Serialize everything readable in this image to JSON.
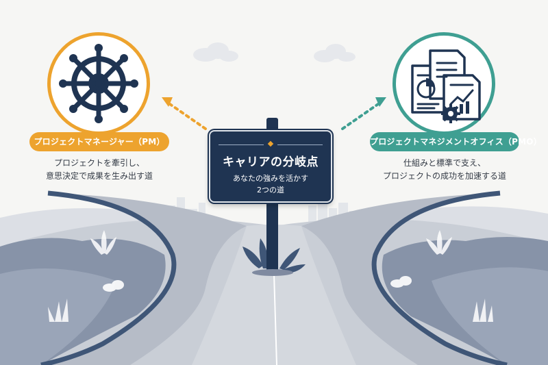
{
  "colors": {
    "pm_accent": "#eda32e",
    "pmo_accent": "#3f9f92",
    "navy": "#1f3452",
    "road": "#c9ced6",
    "hill_dark": "#8793a8",
    "hill_light": "#b3bccb"
  },
  "sign": {
    "title": "キャリアの分岐点",
    "subtitle_line1": "あなたの強みを活かす",
    "subtitle_line2": "2つの道"
  },
  "pm": {
    "icon": "ship-wheel-icon",
    "label": "プロジェクトマネージャー（PM）",
    "desc_line1": "プロジェクトを牽引し、",
    "desc_line2": "意思決定で成果を生み出す道"
  },
  "pmo": {
    "icon": "documents-chart-gear-icon",
    "label": "プロジェクトマネジメントオフィス（PMO）",
    "desc_line1": "仕組みと標準で支え、",
    "desc_line2": "プロジェクトの成功を加速する道"
  }
}
